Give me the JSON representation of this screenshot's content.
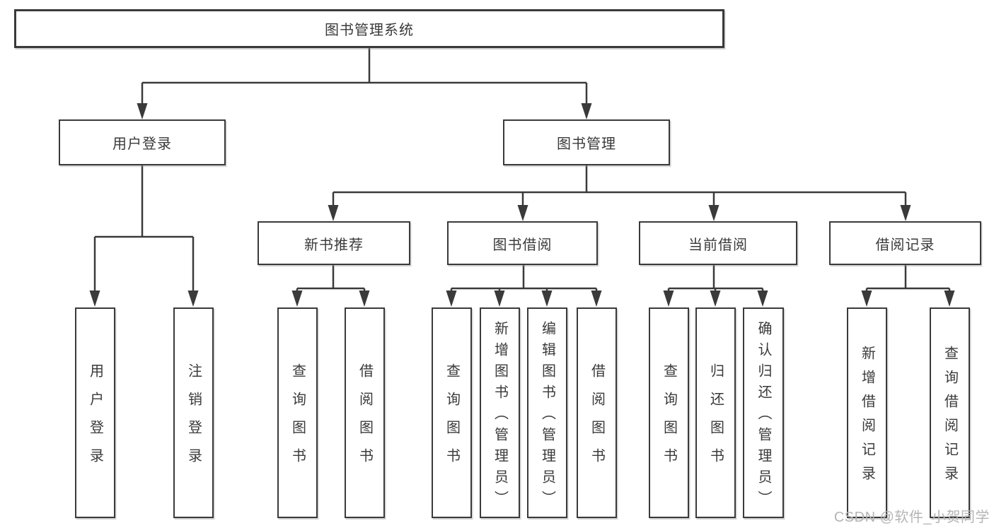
{
  "tree": {
    "label": "图书管理系统",
    "children": [
      {
        "label": "用户登录",
        "children": [
          {
            "label": "用户登录"
          },
          {
            "label": "注销登录"
          }
        ]
      },
      {
        "label": "图书管理",
        "children": [
          {
            "label": "新书推荐",
            "children": [
              {
                "label": "查询图书"
              },
              {
                "label": "借阅图书"
              }
            ]
          },
          {
            "label": "图书借阅",
            "children": [
              {
                "label": "查询图书"
              },
              {
                "label": "新增图书（管理员）"
              },
              {
                "label": "编辑图书（管理员）"
              },
              {
                "label": "借阅图书"
              }
            ]
          },
          {
            "label": "当前借阅",
            "children": [
              {
                "label": "查询图书"
              },
              {
                "label": "归还图书"
              },
              {
                "label": "确认归还（管理员）"
              }
            ]
          },
          {
            "label": "借阅记录",
            "children": [
              {
                "label": "新增借阅记录"
              },
              {
                "label": "查询借阅记录"
              }
            ]
          }
        ]
      }
    ]
  },
  "watermark": {
    "text": "CSDN @软件_小贺同学"
  },
  "colors": {
    "line": "#3a3a3a",
    "text": "#3a3a3a",
    "box_border": "#3a3a3a",
    "background": "#ffffff",
    "watermark": "#b5b5b5"
  }
}
